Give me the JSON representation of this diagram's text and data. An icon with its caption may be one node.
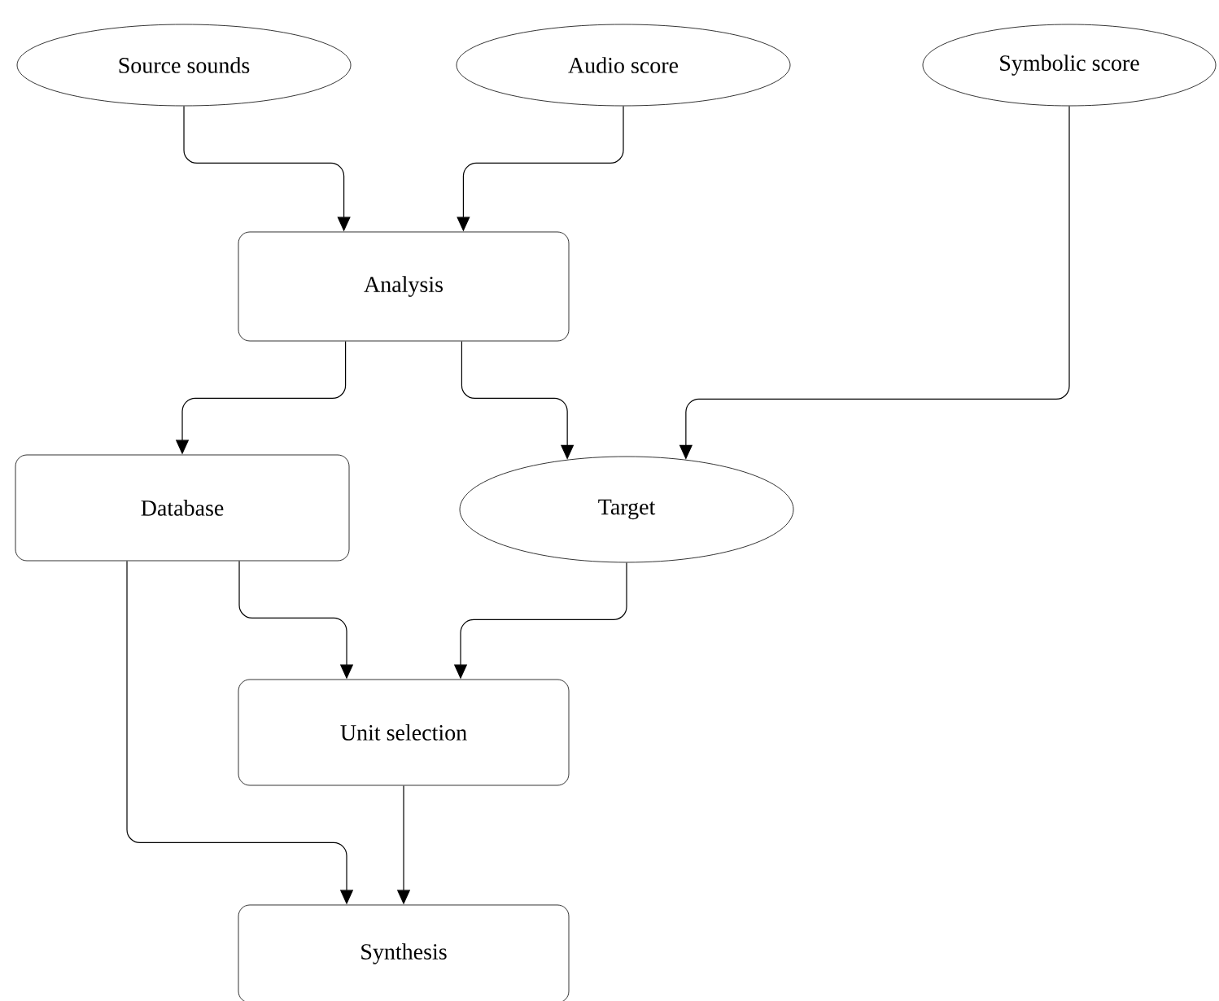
{
  "diagram": {
    "nodes": [
      {
        "text": [
          "Source sounds"
        ]
      },
      {
        "text": [
          "Audio score"
        ]
      },
      {
        "text": [
          "Symbolic score"
        ]
      },
      {
        "text": [
          "Analysis"
        ]
      },
      {
        "text": [
          "Database"
        ]
      },
      {
        "text": [
          "Target"
        ]
      },
      {
        "text": [
          "Unit selection"
        ]
      },
      {
        "text": [
          "Synthesis"
        ]
      }
    ],
    "edges": [
      {
        "from": 0,
        "to": 3,
        "arrow": "to"
      },
      {
        "from": 1,
        "to": 3,
        "arrow": "to"
      },
      {
        "from": 3,
        "to": 4,
        "arrow": "to"
      },
      {
        "from": 3,
        "to": 5,
        "arrow": "to"
      },
      {
        "from": 2,
        "to": 5,
        "arrow": "to"
      },
      {
        "from": 4,
        "to": 6,
        "arrow": "to"
      },
      {
        "from": 5,
        "to": 6,
        "arrow": "to"
      },
      {
        "from": 4,
        "to": 7,
        "arrow": "to"
      },
      {
        "from": 6,
        "to": 7,
        "arrow": "to"
      }
    ]
  }
}
